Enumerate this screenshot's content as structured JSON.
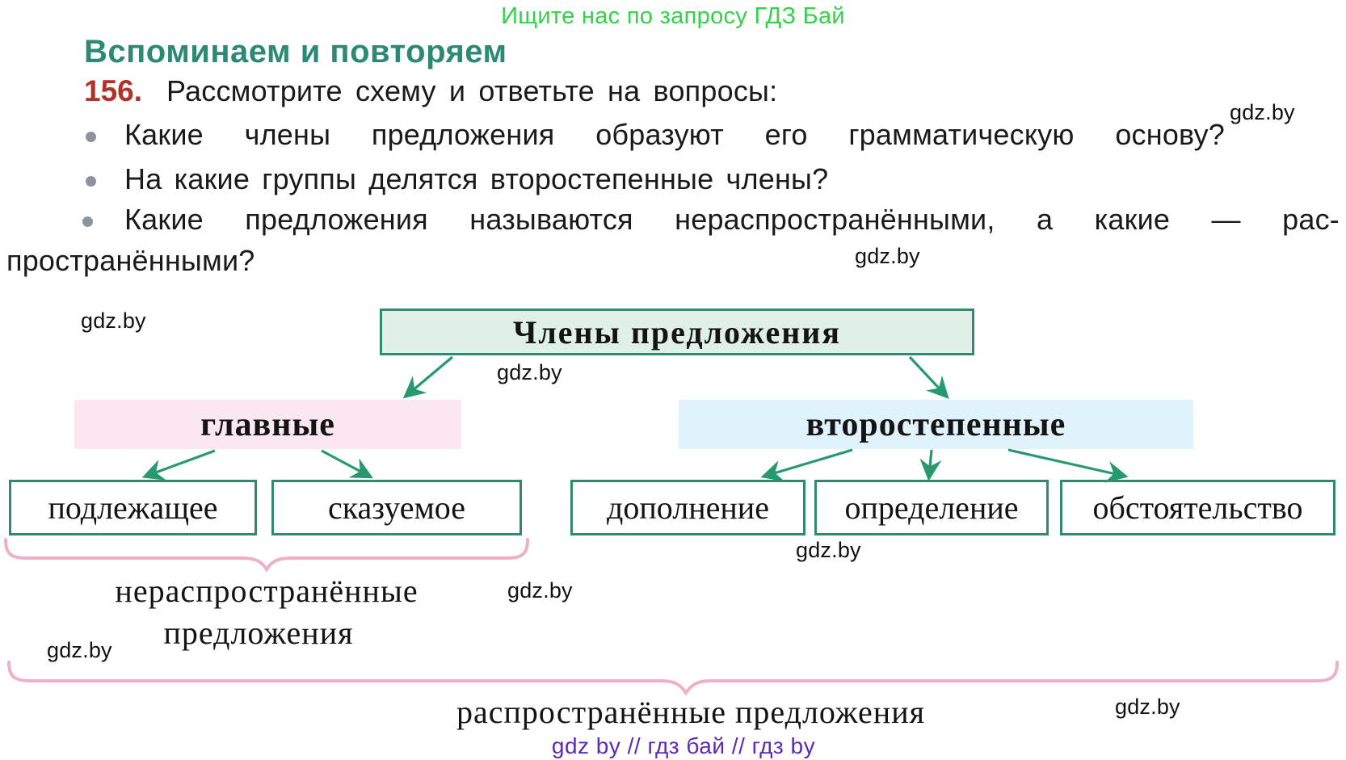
{
  "watermark": "gdz.by",
  "promo": {
    "text": "Ищите нас по запросу ГДЗ Бай"
  },
  "heading": {
    "text": "Вспоминаем и повторяем"
  },
  "exercise": {
    "number": "156.",
    "instruction": "Рассмотрите схему и ответьте на вопросы:"
  },
  "questions": {
    "q1": "Какие члены предложения образуют его грамматическую основу?",
    "q2": "На какие группы делятся второстепенные члены?",
    "q3_line1": "Какие предложения называются нераспространёнными, а какие — рас-",
    "q3_line2": "пространёнными?"
  },
  "diagram": {
    "root": {
      "label": "Члены предложения"
    },
    "branches": [
      {
        "label": "главные",
        "children": [
          "подлежащее",
          "сказуемое"
        ]
      },
      {
        "label": "второстепенные",
        "children": [
          "дополнение",
          "определение",
          "обстоятельство"
        ]
      }
    ],
    "brace_labels": {
      "undistributed_line1": "нераспространённые",
      "undistributed_line2": "предложения",
      "distributed": "распространённые предложения"
    }
  },
  "footer": {
    "text": "gdz by // гдз бай // гдз by"
  },
  "colors": {
    "promo_green": "#35d14b",
    "heading_teal": "#2c8a74",
    "exercise_red": "#b23228",
    "root_box_fill": "#e0efe8",
    "box_border": "#2f8b6e",
    "primary_box_fill": "#fbe7ef",
    "secondary_box_fill": "#e0f2fb",
    "arrow_green": "#27996e",
    "brace_pink": "#eeb0c8",
    "footer_purple": "#5e2ab5",
    "bullet_gray": "#8d93a0"
  }
}
